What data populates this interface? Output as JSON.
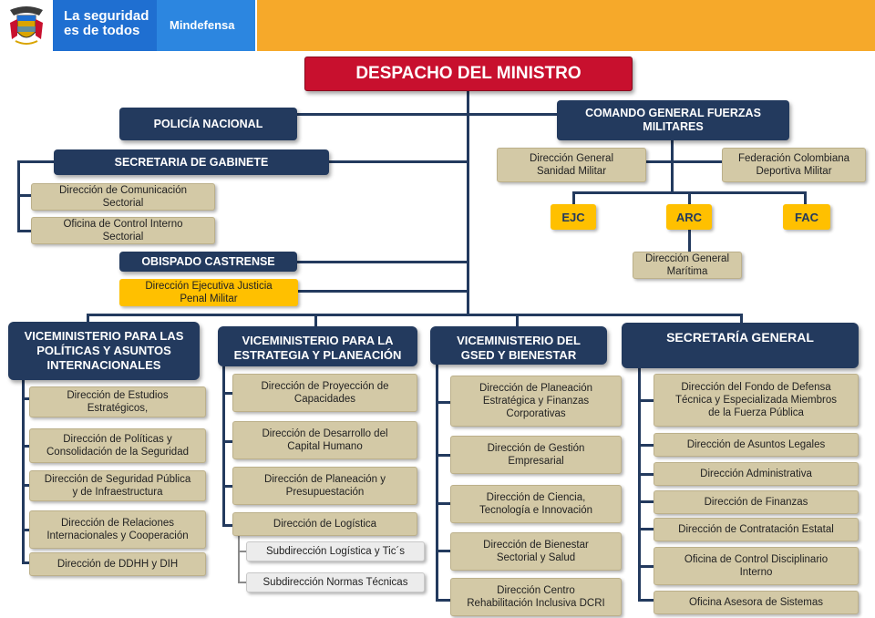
{
  "header": {
    "brand_line1": "La seguridad",
    "brand_line2": "es de todos",
    "ministry": "Mindefensa",
    "colors": {
      "blue": "#1f6fd1",
      "light_blue": "#2c86e0",
      "orange": "#f6a92a"
    }
  },
  "chart": {
    "top": "DESPACHO DEL MINISTRO",
    "policia": "POLICÍA NACIONAL",
    "comando_line1": "COMANDO GENERAL FUERZAS",
    "comando_line2": "MILITARES",
    "sanidad_line1": "Dirección General",
    "sanidad_line2": "Sanidad Militar",
    "federacion_line1": "Federación Colombiana",
    "federacion_line2": "Deportiva Militar",
    "ejc": "EJC",
    "arc": "ARC",
    "fac": "FAC",
    "maritima_line1": "Dirección General",
    "maritima_line2": "Marítima",
    "gabinete": "SECRETARIA  DE GABINETE",
    "comunicacion_line1": "Dirección de Comunicación",
    "comunicacion_line2": "Sectorial",
    "control_line1": "Oficina de Control Interno",
    "control_line2": "Sectorial",
    "obispado": "OBISPADO CASTRENSE",
    "justicia_line1": "Dirección Ejecutiva Justicia",
    "justicia_line2": "Penal Militar"
  },
  "columns": [
    {
      "title_lines": [
        "VICEMINISTERIO PARA LAS",
        "POLÍTICAS Y ASUNTOS",
        "INTERNACIONALES"
      ],
      "items": [
        [
          "Dirección de Estudios",
          "Estratégicos,"
        ],
        [
          "Dirección de Políticas y",
          "Consolidación de la Seguridad"
        ],
        [
          "Dirección de Seguridad Pública",
          "y de Infraestructura"
        ],
        [
          "Dirección de Relaciones",
          "Internacionales  y Cooperación"
        ],
        [
          "Dirección de DDHH y DIH"
        ]
      ]
    },
    {
      "title_lines": [
        "VICEMINISTERIO PARA LA",
        "ESTRATEGIA  Y PLANEACIÓN"
      ],
      "items": [
        [
          "Dirección de Proyección de",
          "Capacidades"
        ],
        [
          "Dirección de Desarrollo del",
          "Capital Humano"
        ],
        [
          "Dirección de Planeación y",
          "Presupuestación"
        ],
        [
          "Dirección de Logística"
        ]
      ],
      "sub_items": [
        "Subdirección Logística y Tic´s",
        "Subdirección Normas Técnicas"
      ]
    },
    {
      "title_lines": [
        "VICEMINISTERIO DEL",
        "GSED  Y BIENESTAR"
      ],
      "items": [
        [
          "Dirección de Planeación",
          "Estratégica y Finanzas",
          "Corporativas"
        ],
        [
          "Dirección de Gestión",
          "Empresarial"
        ],
        [
          "Dirección de Ciencia,",
          "Tecnología e Innovación"
        ],
        [
          "Dirección de Bienestar",
          "Sectorial y Salud"
        ],
        [
          "Dirección Centro",
          "Rehabilitación Inclusiva DCRI"
        ]
      ]
    },
    {
      "title_lines": [
        "SECRETARÍA GENERAL"
      ],
      "items": [
        [
          "Dirección del Fondo de Defensa",
          "Técnica y Especializada Miembros",
          "de la Fuerza Pública"
        ],
        [
          "Dirección de Asuntos Legales"
        ],
        [
          "Dirección Administrativa"
        ],
        [
          "Dirección de Finanzas"
        ],
        [
          "Dirección de Contratación Estatal"
        ],
        [
          "Oficina de Control Disciplinario",
          "Interno"
        ],
        [
          "Oficina Asesora de Sistemas"
        ]
      ]
    }
  ]
}
